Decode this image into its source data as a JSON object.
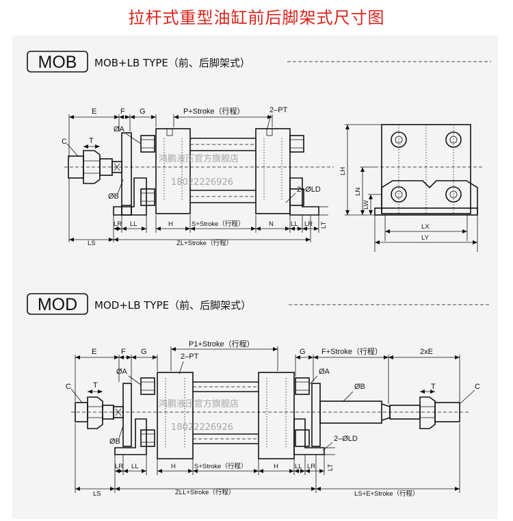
{
  "title": "拉杆式重型油缸前后脚架式尺寸图",
  "sections": [
    {
      "badge": "MOB",
      "heading": "MOB+LB TYPE（前、后脚架式）",
      "labels": {
        "E": "E",
        "F": "F",
        "G": "G",
        "P_stroke": "P+Stroke（行程）",
        "two_pt": "2–PT",
        "C": "C",
        "T": "T",
        "A": "ØA",
        "B": "ØB",
        "two_ld": "2–ØLD",
        "LR1": "LR",
        "LL1": "LL",
        "H": "H",
        "S_stroke": "S+Stroke（行程）",
        "N": "N",
        "LL2": "LL",
        "LR2": "LR",
        "LT": "LT",
        "LS": "LS",
        "ZL_stroke": "ZL+Stroke（行程）",
        "LH": "LH",
        "LN": "LN",
        "LW": "LW",
        "LX": "LX",
        "LY": "LY"
      }
    },
    {
      "badge": "MOD",
      "heading": "MOD+LB TYPE（前、后脚架式）",
      "labels": {
        "E": "E",
        "F": "F",
        "G": "G",
        "P1_stroke": "P1+Stroke（行程）",
        "two_pt": "2–PT",
        "G2": "G",
        "F_stroke": "F+Stroke（行程）",
        "two_E": "2xE",
        "C": "C",
        "T": "T",
        "A": "ØA",
        "A2": "ØA",
        "B": "ØB",
        "B2": "ØB",
        "T2": "T",
        "C2": "C",
        "two_ld": "2–ØLD",
        "LR1": "LR",
        "LL1": "LL",
        "H1": "H",
        "S_stroke": "S+Stroke（行程）",
        "H2": "H",
        "LL2": "LL",
        "LR2": "LR",
        "LT": "LT",
        "LS": "LS",
        "ZLL_stroke": "ZLL+Stroke（行程）",
        "LSE_stroke": "LS+E+Stroke（行程）"
      }
    }
  ],
  "watermark": {
    "shop": "鸿鹏液压官方旗舰店",
    "phone": "18022226926"
  }
}
